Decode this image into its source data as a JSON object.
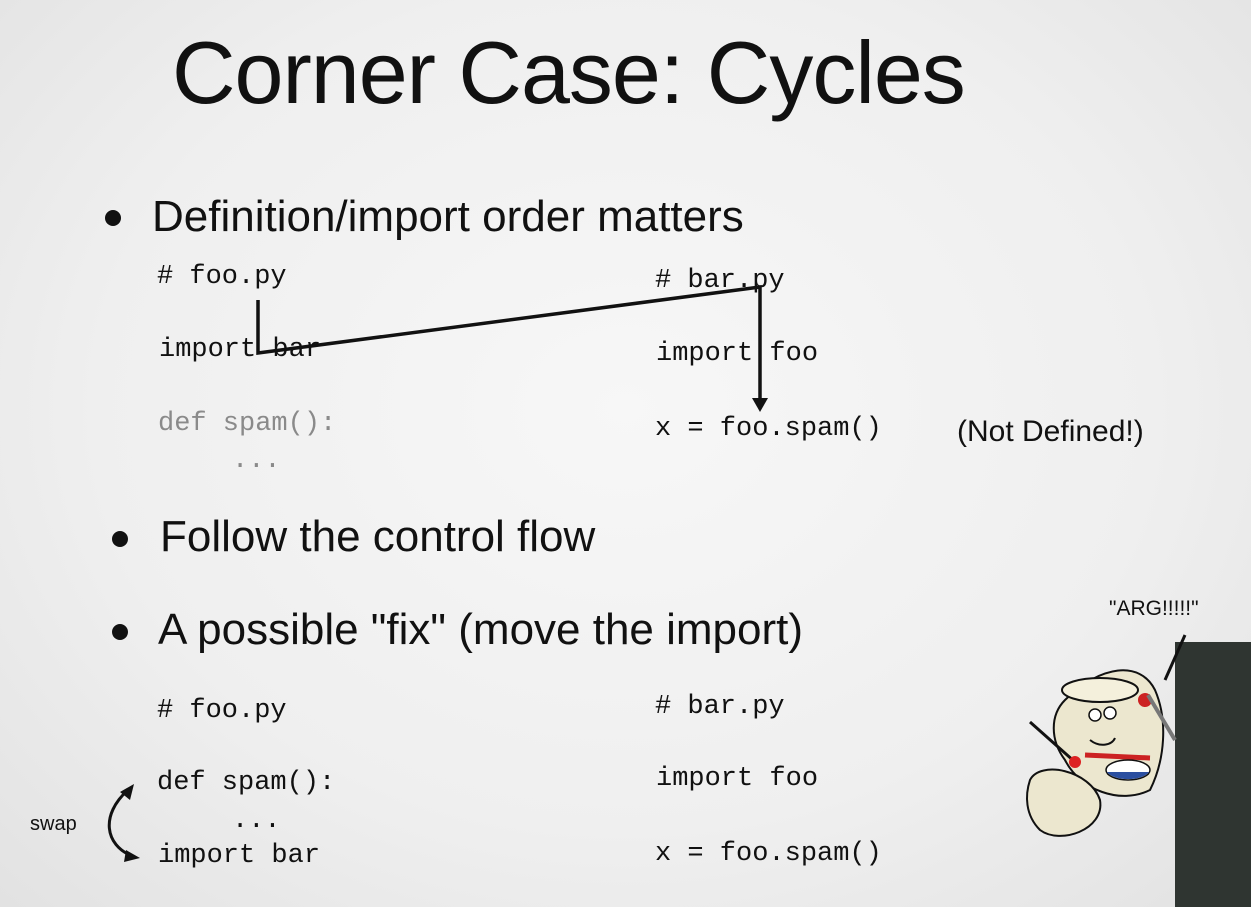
{
  "slide": {
    "title": "Corner Case: Cycles",
    "bullets": [
      "Definition/import order matters",
      "Follow the control flow",
      "A possible \"fix\" (move the import)"
    ],
    "example1": {
      "foo": [
        "# foo.py",
        "import bar",
        "def spam():",
        "..."
      ],
      "bar": [
        "# bar.py",
        "import foo",
        "x = foo.spam()"
      ],
      "note": "(Not Defined!)"
    },
    "example2": {
      "foo": [
        "# foo.py",
        "def spam():",
        "...",
        "import bar"
      ],
      "bar": [
        "# bar.py",
        "import foo",
        "x = foo.spam()"
      ],
      "swap_label": "swap"
    },
    "cartoon_caption": "\"ARG!!!!!\""
  }
}
